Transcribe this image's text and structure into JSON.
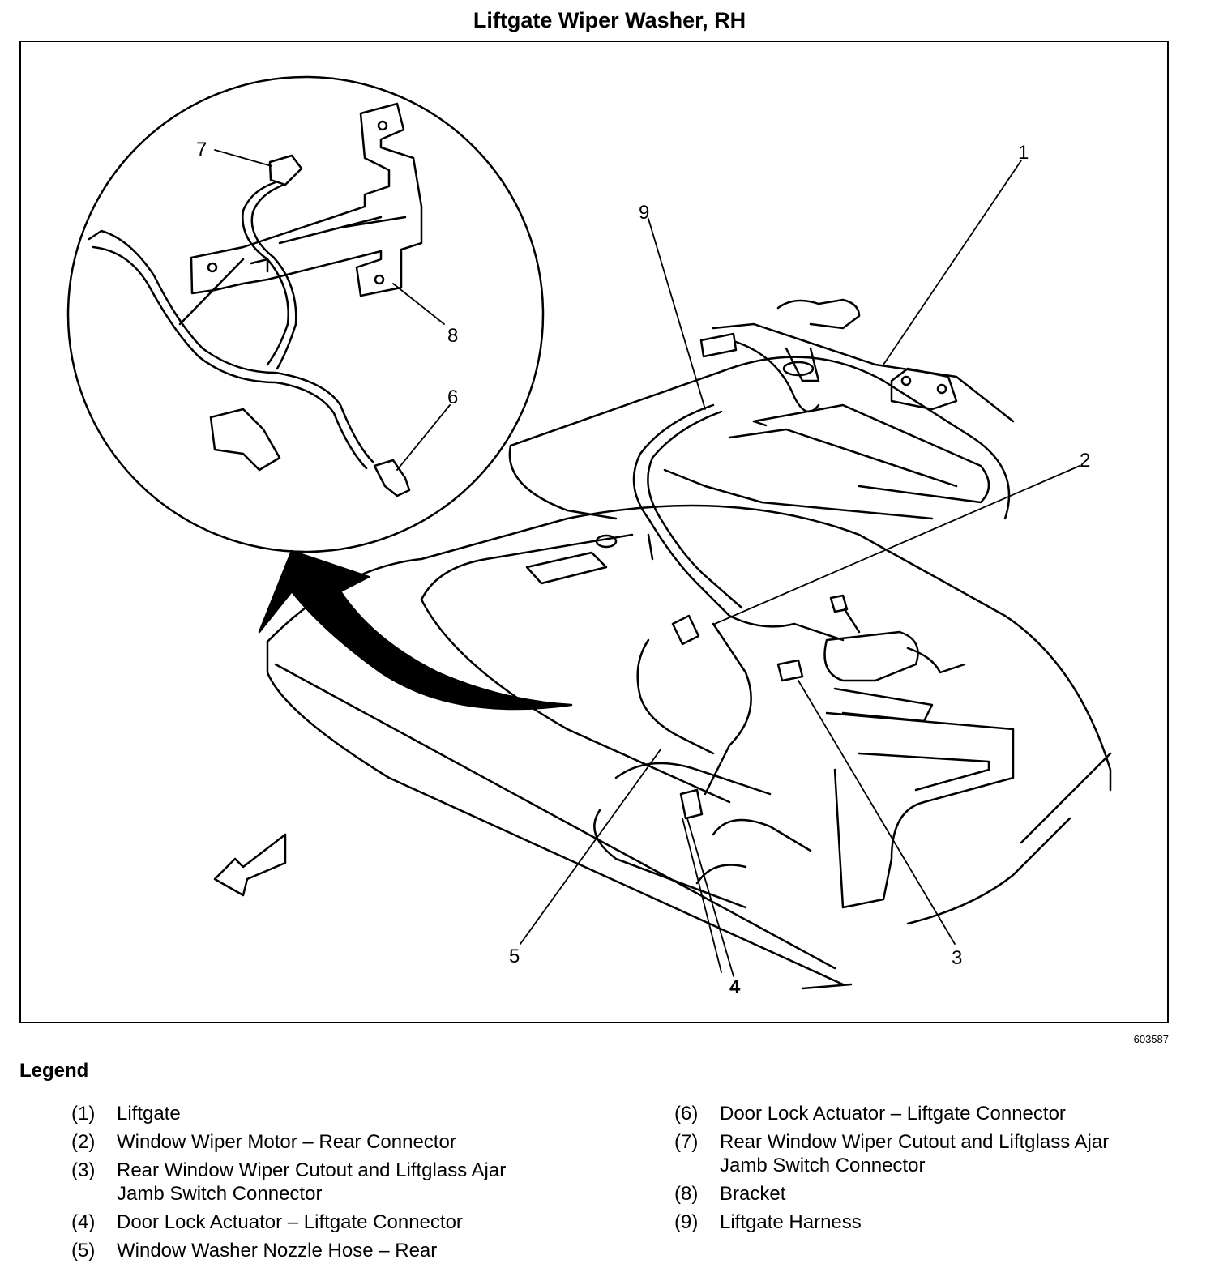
{
  "title": "Liftgate Wiper Washer, RH",
  "figure_id": "603587",
  "callouts": [
    "1",
    "2",
    "3",
    "4",
    "5",
    "6",
    "7",
    "8",
    "9"
  ],
  "legend": {
    "heading": "Legend",
    "items": [
      {
        "num": "(1)",
        "text": "Liftgate"
      },
      {
        "num": "(2)",
        "text": "Window Wiper Motor – Rear Connector"
      },
      {
        "num": "(3)",
        "text": "Rear Window Wiper Cutout and Liftglass Ajar Jamb Switch Connector"
      },
      {
        "num": "(4)",
        "text": "Door Lock Actuator – Liftgate Connector"
      },
      {
        "num": "(5)",
        "text": "Window Washer Nozzle Hose – Rear"
      },
      {
        "num": "(6)",
        "text": "Door Lock Actuator – Liftgate Connector"
      },
      {
        "num": "(7)",
        "text": "Rear Window Wiper Cutout and Liftglass Ajar Jamb Switch Connector"
      },
      {
        "num": "(8)",
        "text": "Bracket"
      },
      {
        "num": "(9)",
        "text": "Liftgate Harness"
      }
    ]
  }
}
